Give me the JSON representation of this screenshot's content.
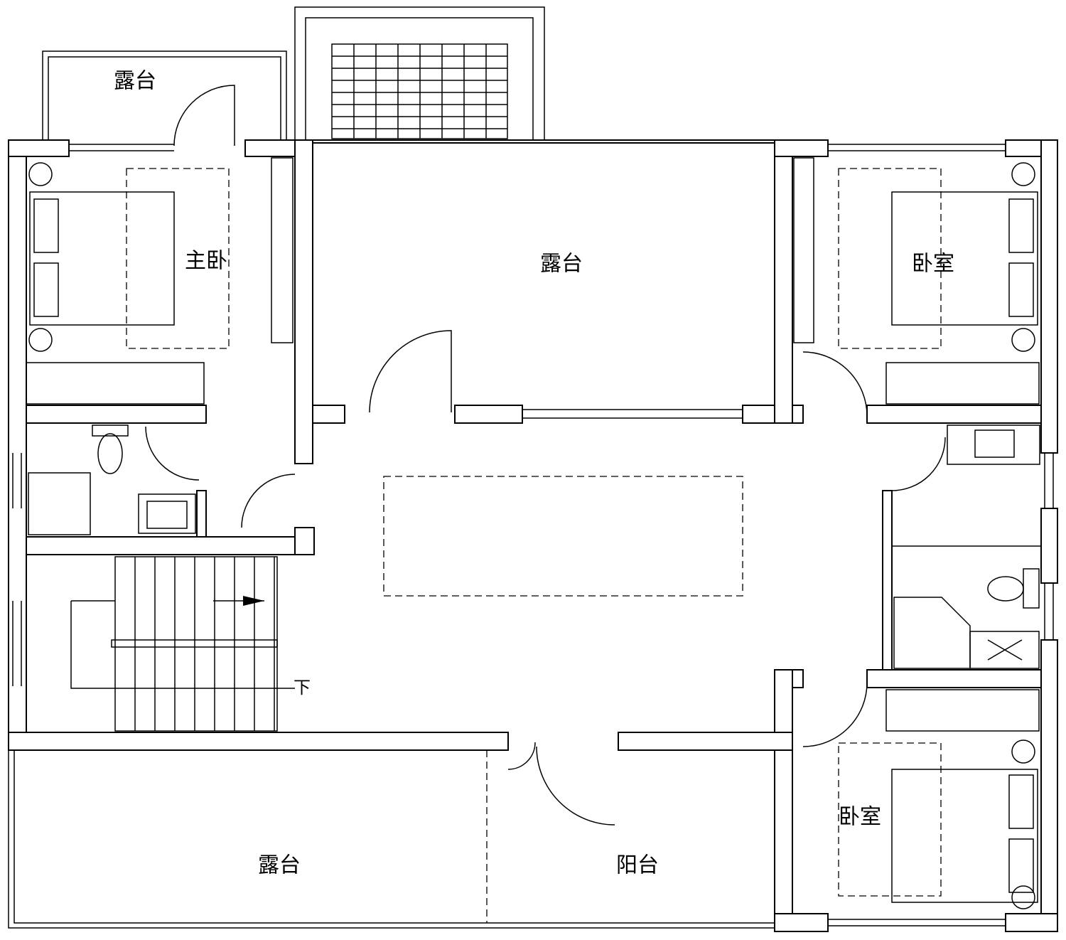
{
  "labels": {
    "terrace_top_left": "露台",
    "terrace_center": "露台",
    "master_bedroom": "主卧",
    "bedroom_right_top": "卧室",
    "bedroom_right_bottom": "卧室",
    "terrace_bottom": "露台",
    "balcony": "阳台",
    "stairs_down": "下"
  },
  "colors": {
    "line": "#000000",
    "background": "#ffffff"
  }
}
